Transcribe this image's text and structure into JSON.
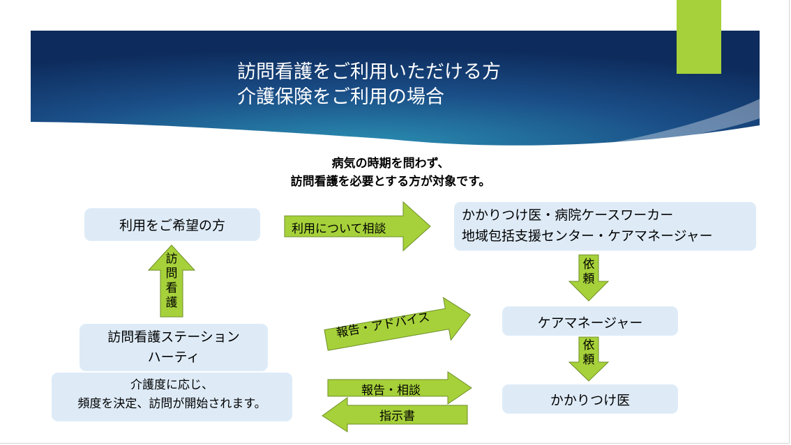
{
  "colors": {
    "banner_dark": "#0d2b5c",
    "banner_mid": "#1a4d86",
    "banner_light": "#2a8fb2",
    "accent_green": "#a6d13a",
    "arrow_fill": "#a6d13a",
    "arrow_stroke": "#6d8e27",
    "box_fill": "#deebf7"
  },
  "title": {
    "line1": "訪問看護をご利用いただける方",
    "line2": "介護保険をご利用の場合"
  },
  "subtitle": {
    "line1": "病気の時期を問わず、",
    "line2": "訪問看護を必要とする方が対象です。"
  },
  "boxes": {
    "user": "利用をご希望の方",
    "consultants": {
      "line1": "かかりつけ医・病院ケースワーカー",
      "line2": "地域包括支援センター・ケアマネージャー"
    },
    "care_manager": "ケアマネージャー",
    "station": {
      "line1": "訪問看護ステーション",
      "line2": "ハーティ"
    },
    "start": {
      "line1": "介護度に応じ、",
      "line2": "頻度を決定、訪問が開始されます。"
    },
    "doctor": "かかりつけ医"
  },
  "arrows": {
    "consult": "利用について相談",
    "request_1": [
      "依",
      "頼"
    ],
    "request_2": [
      "依",
      "頼"
    ],
    "visit_nursing": [
      "訪",
      "問",
      "看",
      "護"
    ],
    "report_advice": "報告・アドバイス",
    "report_consult": "報告・相談",
    "instruction": "指示書"
  }
}
